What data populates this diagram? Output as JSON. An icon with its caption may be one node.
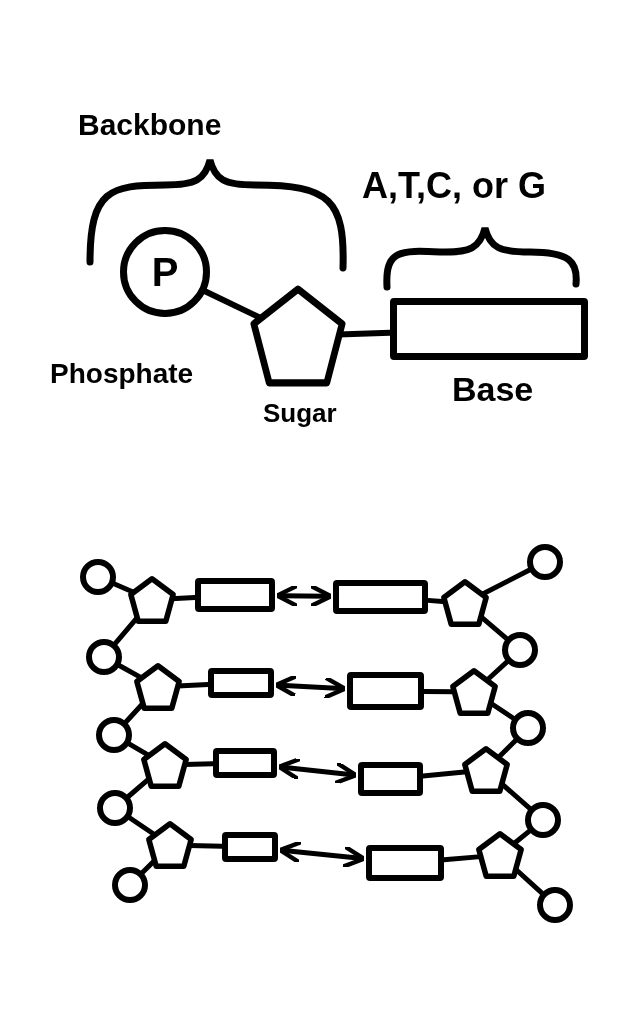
{
  "diagram": {
    "nodes": [
      {
        "text": [
          "P"
        ],
        "beside": [
          "Phosphate"
        ]
      },
      {
        "text": [],
        "shape": "pentagon",
        "beside": [
          "Sugar"
        ]
      },
      {
        "text": [],
        "shape": "box",
        "beside": [
          "Base"
        ]
      },
      {
        "text": [],
        "shape": "circle"
      },
      {
        "text": [],
        "shape": "pentagon"
      },
      {
        "text": [],
        "shape": "box"
      },
      {
        "text": [],
        "shape": "box"
      },
      {
        "text": [],
        "shape": "pentagon"
      },
      {
        "text": [],
        "shape": "circle"
      },
      {
        "text": [],
        "shape": "circle"
      },
      {
        "text": [],
        "shape": "pentagon"
      },
      {
        "text": [],
        "shape": "box"
      },
      {
        "text": [],
        "shape": "box"
      },
      {
        "text": [],
        "shape": "pentagon"
      },
      {
        "text": [],
        "shape": "circle"
      },
      {
        "text": [],
        "shape": "circle"
      },
      {
        "text": [],
        "shape": "pentagon"
      },
      {
        "text": [],
        "shape": "box"
      },
      {
        "text": [],
        "shape": "box"
      },
      {
        "text": [],
        "shape": "pentagon"
      },
      {
        "text": [],
        "shape": "circle"
      },
      {
        "text": [],
        "shape": "circle"
      },
      {
        "text": [],
        "shape": "pentagon"
      },
      {
        "text": [],
        "shape": "box"
      },
      {
        "text": [],
        "shape": "box"
      },
      {
        "text": [],
        "shape": "pentagon"
      },
      {
        "text": [],
        "shape": "circle"
      },
      {
        "text": [],
        "shape": "circle"
      },
      {
        "text": [],
        "shape": "circle"
      }
    ],
    "edges": [
      {
        "from": 0,
        "to": 1,
        "arrow": "none"
      },
      {
        "from": 1,
        "to": 2,
        "arrow": "none"
      },
      {
        "from": 3,
        "to": 4,
        "arrow": "none"
      },
      {
        "from": 4,
        "to": 5,
        "arrow": "none"
      },
      {
        "from": 5,
        "to": 6,
        "arrow": "both"
      },
      {
        "from": 6,
        "to": 7,
        "arrow": "none"
      },
      {
        "from": 7,
        "to": 8,
        "arrow": "none"
      },
      {
        "from": 4,
        "to": 9,
        "arrow": "none"
      },
      {
        "from": 7,
        "to": 14,
        "arrow": "none"
      },
      {
        "from": 9,
        "to": 10,
        "arrow": "none"
      },
      {
        "from": 10,
        "to": 11,
        "arrow": "none"
      },
      {
        "from": 11,
        "to": 12,
        "arrow": "both"
      },
      {
        "from": 12,
        "to": 13,
        "arrow": "none"
      },
      {
        "from": 13,
        "to": 14,
        "arrow": "none"
      },
      {
        "from": 10,
        "to": 15,
        "arrow": "none"
      },
      {
        "from": 13,
        "to": 20,
        "arrow": "none"
      },
      {
        "from": 15,
        "to": 16,
        "arrow": "none"
      },
      {
        "from": 16,
        "to": 17,
        "arrow": "none"
      },
      {
        "from": 17,
        "to": 18,
        "arrow": "both"
      },
      {
        "from": 18,
        "to": 19,
        "arrow": "none"
      },
      {
        "from": 19,
        "to": 20,
        "arrow": "none"
      },
      {
        "from": 16,
        "to": 21,
        "arrow": "none"
      },
      {
        "from": 19,
        "to": 26,
        "arrow": "none"
      },
      {
        "from": 21,
        "to": 22,
        "arrow": "none"
      },
      {
        "from": 22,
        "to": 23,
        "arrow": "none"
      },
      {
        "from": 23,
        "to": 24,
        "arrow": "both"
      },
      {
        "from": 24,
        "to": 25,
        "arrow": "none"
      },
      {
        "from": 25,
        "to": 26,
        "arrow": "none"
      },
      {
        "from": 22,
        "to": 27,
        "arrow": "none"
      },
      {
        "from": 25,
        "to": 28,
        "arrow": "none"
      }
    ],
    "labels": [
      "Backbone",
      "A,T,C, or G"
    ]
  }
}
